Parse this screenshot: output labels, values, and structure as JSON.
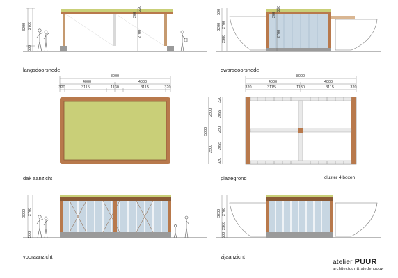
{
  "views": {
    "langsdoorsnede": "langsdoorsnede",
    "dwarsdoorsnede": "dwarsdoorsnede",
    "dak_aanzicht": "dak aanzicht",
    "plattegrond": "plattegrond",
    "vooraanzicht": "vooraanzicht",
    "zijaanzicht": "zijaanzicht"
  },
  "cluster_note": "cluster 4 boxen",
  "brand": {
    "prefix": "atelier ",
    "name": "PUUR",
    "tagline": "architectuur & stedenbouw"
  },
  "dims": {
    "d3200": "3200",
    "d2700": "2700",
    "d500": "500",
    "d280": "280",
    "d220": "220",
    "d2380": "2380",
    "d8000": "8000",
    "d4000": "4000",
    "d320": "320",
    "d3115": "3115",
    "d1130": "1130",
    "d5000": "5000",
    "d2500": "2500",
    "d2055": "2055",
    "d250": "250"
  },
  "colors": {
    "wood": "#b8794c",
    "wood_dark": "#8a5a36",
    "roof_green": "#c9cf78",
    "glass": "#c7d6e2",
    "plinth": "#9a9a9a",
    "line": "#555555"
  }
}
